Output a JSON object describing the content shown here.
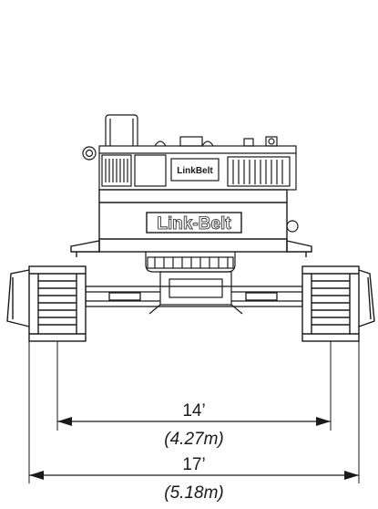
{
  "brand": {
    "logo_main": "Link-Belt",
    "logo_cab": "LinkBelt"
  },
  "dimensions": {
    "inner_gauge": {
      "imperial": "14’",
      "metric": "(4.27m)"
    },
    "overall_width": {
      "imperial": "17’",
      "metric": "(5.18m)"
    }
  },
  "colors": {
    "line": "#1a1a1a",
    "background": "#ffffff"
  }
}
